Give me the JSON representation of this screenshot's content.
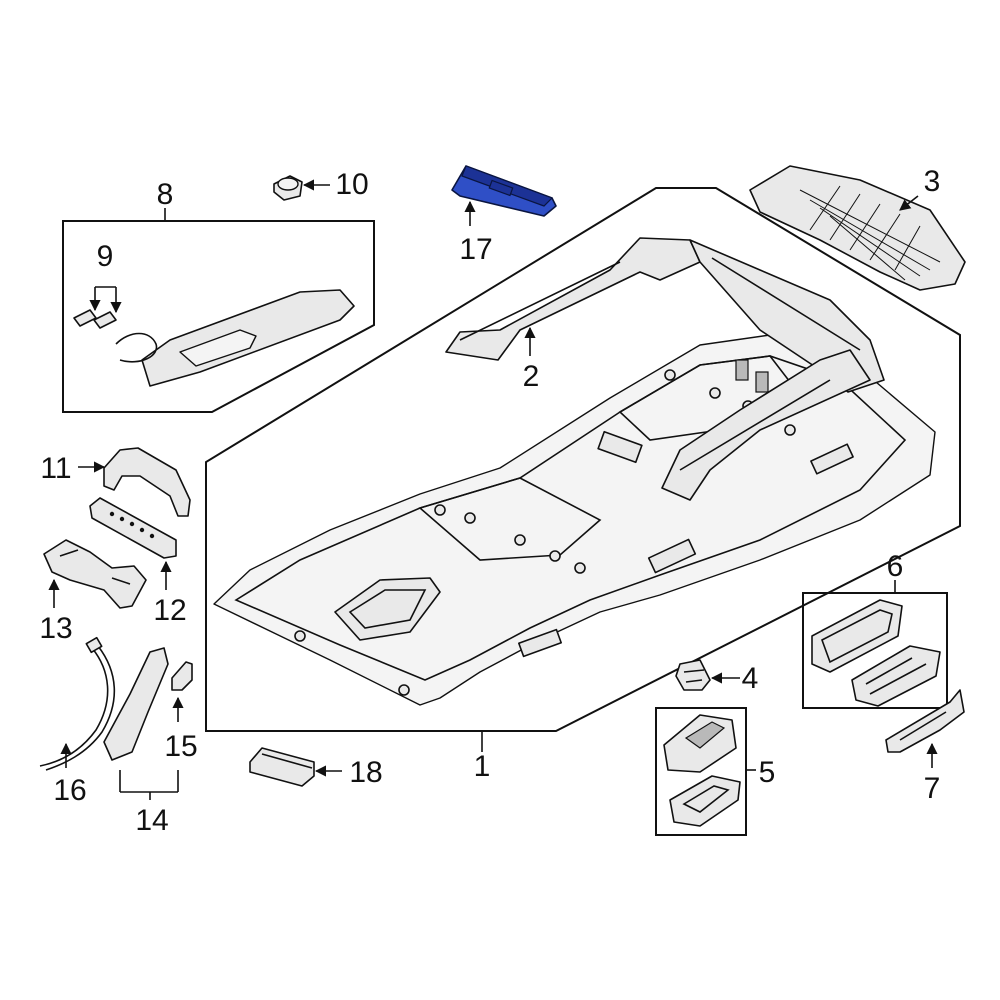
{
  "colors": {
    "highlight": "#2f4fc6",
    "line": "#111111",
    "part_fill": "#e9e9e9"
  },
  "callouts": {
    "c1": "1",
    "c2": "2",
    "c3": "3",
    "c4": "4",
    "c5": "5",
    "c6": "6",
    "c7": "7",
    "c8": "8",
    "c9": "9",
    "c10": "10",
    "c11": "11",
    "c12": "12",
    "c13": "13",
    "c14": "14",
    "c15": "15",
    "c16": "16",
    "c17": "17",
    "c18": "18"
  },
  "highlighted_part": "17"
}
